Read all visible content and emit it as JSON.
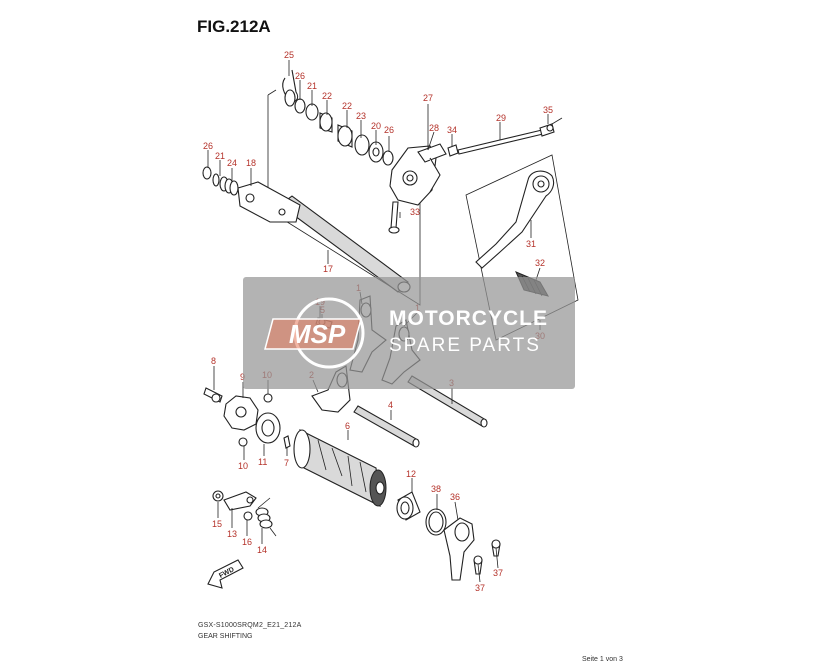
{
  "figure": {
    "title": "FIG.212A",
    "model_code": "GSX-S1000SRQM2_E21_212A",
    "caption": "GEAR SHIFTING",
    "page_info": "Seite 1 von 3"
  },
  "watermark": {
    "logo_text": "MSP",
    "line1": "MOTORCYCLE",
    "line2": "SPARE PARTS"
  },
  "direction_arrow": {
    "label": "FWD"
  },
  "callouts": [
    {
      "id": "c25",
      "label": "25"
    },
    {
      "id": "c26a",
      "label": "26"
    },
    {
      "id": "c21a",
      "label": "21"
    },
    {
      "id": "c22a",
      "label": "22"
    },
    {
      "id": "c22b",
      "label": "22"
    },
    {
      "id": "c23",
      "label": "23"
    },
    {
      "id": "c20",
      "label": "20"
    },
    {
      "id": "c26b",
      "label": "26"
    },
    {
      "id": "c27",
      "label": "27"
    },
    {
      "id": "c28",
      "label": "28"
    },
    {
      "id": "c34",
      "label": "34"
    },
    {
      "id": "c29",
      "label": "29"
    },
    {
      "id": "c35",
      "label": "35"
    },
    {
      "id": "c26c",
      "label": "26"
    },
    {
      "id": "c21b",
      "label": "21"
    },
    {
      "id": "c24",
      "label": "24"
    },
    {
      "id": "c18",
      "label": "18"
    },
    {
      "id": "c33",
      "label": "33"
    },
    {
      "id": "c17",
      "label": "17"
    },
    {
      "id": "c31",
      "label": "31"
    },
    {
      "id": "c32",
      "label": "32"
    },
    {
      "id": "c19",
      "label": "19"
    },
    {
      "id": "c5",
      "label": "5"
    },
    {
      "id": "c1a",
      "label": "1"
    },
    {
      "id": "c1b",
      "label": "1"
    },
    {
      "id": "c30",
      "label": "30"
    },
    {
      "id": "c8",
      "label": "8"
    },
    {
      "id": "c9",
      "label": "9"
    },
    {
      "id": "c10a",
      "label": "10"
    },
    {
      "id": "c2",
      "label": "2"
    },
    {
      "id": "c3",
      "label": "3"
    },
    {
      "id": "c4",
      "label": "4"
    },
    {
      "id": "c6",
      "label": "6"
    },
    {
      "id": "c7",
      "label": "7"
    },
    {
      "id": "c10b",
      "label": "10"
    },
    {
      "id": "c11",
      "label": "11"
    },
    {
      "id": "c12",
      "label": "12"
    },
    {
      "id": "c38",
      "label": "38"
    },
    {
      "id": "c36",
      "label": "36"
    },
    {
      "id": "c15",
      "label": "15"
    },
    {
      "id": "c13",
      "label": "13"
    },
    {
      "id": "c16",
      "label": "16"
    },
    {
      "id": "c14",
      "label": "14"
    },
    {
      "id": "c37a",
      "label": "37"
    },
    {
      "id": "c37b",
      "label": "37"
    }
  ]
}
